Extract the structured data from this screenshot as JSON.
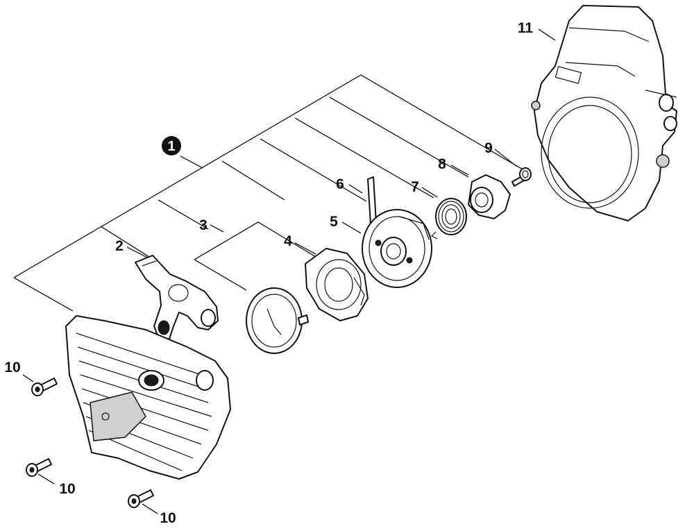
{
  "diagram": {
    "callouts": {
      "assembly": "1",
      "handle": "2",
      "rope": "3",
      "spring": "4",
      "spring_case": "5",
      "rope_piece": "6",
      "coil_spring": "7",
      "pawl_hub": "8",
      "screw": "9",
      "bolt_a": "10",
      "bolt_b": "10",
      "bolt_c": "10",
      "fan_cover": "11"
    }
  }
}
